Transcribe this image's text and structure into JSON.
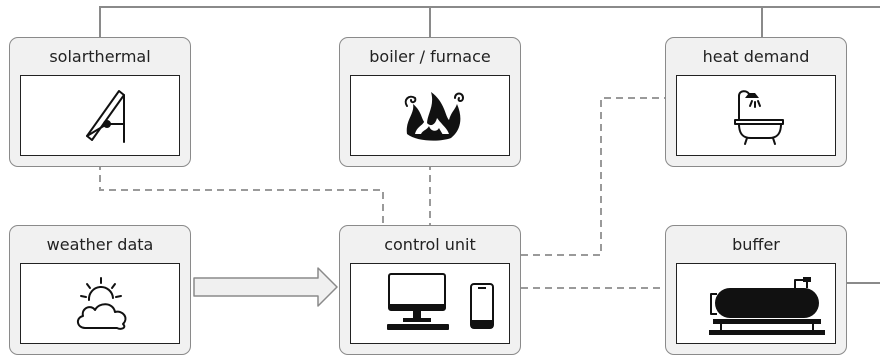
{
  "nodes": {
    "solarthermal": {
      "label": "solarthermal",
      "icon": "solar-collector-icon"
    },
    "boiler": {
      "label": "boiler / furnace",
      "icon": "flame-icon"
    },
    "heat_demand": {
      "label": "heat demand",
      "icon": "bathtub-shower-icon"
    },
    "weather": {
      "label": "weather data",
      "icon": "sun-behind-cloud-icon"
    },
    "control": {
      "label": "control unit",
      "icon": "desktop-and-phone-icon"
    },
    "buffer": {
      "label": "buffer",
      "icon": "storage-tank-icon"
    }
  },
  "colors": {
    "wire": "#8a8a8a",
    "signal": "#9a9a9a",
    "box_fill": "#f1f1f1",
    "icon": "#111111"
  }
}
